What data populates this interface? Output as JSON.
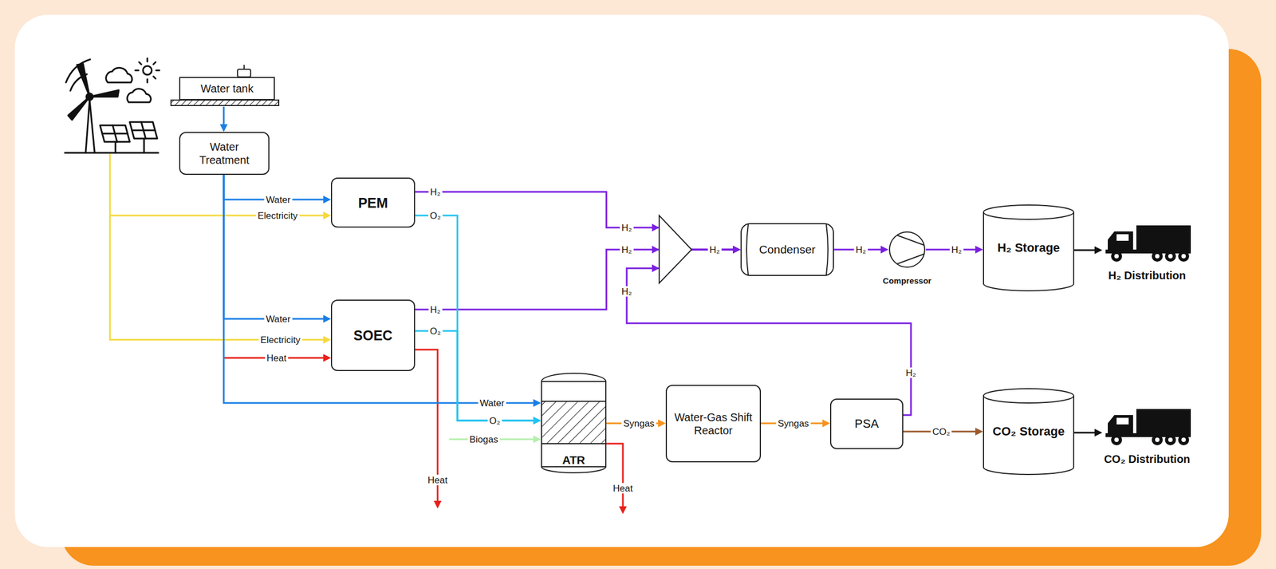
{
  "diagram": {
    "nodes": [
      {
        "text": [
          "Water tank"
        ]
      },
      {
        "text": [
          "Water Treatment"
        ]
      },
      {
        "text": [
          "PEM"
        ]
      },
      {
        "text": [
          "SOEC"
        ]
      },
      {
        "text": [
          "ATR"
        ]
      },
      {
        "text": [
          "Water-Gas Shift Reactor"
        ]
      },
      {
        "text": [
          "PSA"
        ]
      },
      {
        "text": [
          "Condenser"
        ]
      },
      {
        "text": [
          "Compressor"
        ]
      },
      {
        "text": [
          "H₂ Storage"
        ]
      },
      {
        "text": [
          "H₂ Distribution"
        ]
      },
      {
        "text": [
          "CO₂ Storage"
        ]
      },
      {
        "text": [
          "CO₂ Distribution"
        ]
      }
    ],
    "edges": [
      {
        "from": 0,
        "to": 1,
        "arrow": "to"
      },
      {
        "from": 1,
        "to": 2,
        "label": "Water",
        "arrow": "to"
      },
      {
        "from": 1,
        "to": 3,
        "label": "Water",
        "arrow": "to"
      },
      {
        "from": 1,
        "to": 4,
        "label": "Water",
        "arrow": "to"
      },
      {
        "from": 2,
        "to": 7,
        "label": "H₂",
        "arrow": "to"
      },
      {
        "from": 3,
        "to": 7,
        "label": "H₂",
        "arrow": "to"
      },
      {
        "from": 6,
        "to": 7,
        "label": "H₂",
        "arrow": "to"
      },
      {
        "from": 2,
        "to": 4,
        "label": "O₂",
        "arrow": "to"
      },
      {
        "from": 3,
        "to": 4,
        "label": "O₂",
        "arrow": "to"
      },
      {
        "from": 4,
        "to": 5,
        "label": "Syngas",
        "arrow": "to"
      },
      {
        "from": 5,
        "to": 6,
        "label": "Syngas",
        "arrow": "to"
      },
      {
        "from": 6,
        "to": 11,
        "label": "CO₂",
        "arrow": "to"
      },
      {
        "from": 7,
        "to": 8,
        "label": "H₂",
        "arrow": "to"
      },
      {
        "from": 8,
        "to": 9,
        "label": "H₂",
        "arrow": "to"
      },
      {
        "from": 9,
        "to": 10,
        "arrow": "to"
      },
      {
        "from": 11,
        "to": 12,
        "arrow": "to"
      }
    ],
    "labels": [
      "Electricity",
      "Electricity",
      "Heat",
      "Heat",
      "Heat",
      "O₂",
      "Biogas",
      "H₂",
      "H₂",
      "H₂",
      "H₂"
    ]
  }
}
